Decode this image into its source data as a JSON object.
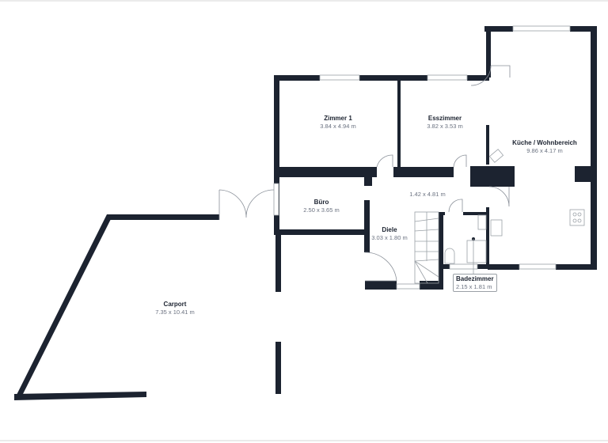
{
  "floorplan": {
    "wall_color": "#1c2330",
    "rooms": [
      {
        "name": "Zimmer 1",
        "dims": "3.84 x 4.94 m"
      },
      {
        "name": "Esszimmer",
        "dims": "3.82 x 3.53 m"
      },
      {
        "name": "Küche / Wohnbereich",
        "dims": "9.86 x 4.17 m"
      },
      {
        "name": "Büro",
        "dims": "2.50 x 3.65 m"
      },
      {
        "name": "",
        "dims": "1.42 x 4.81 m"
      },
      {
        "name": "Diele",
        "dims": "3.03 x 1.80 m"
      },
      {
        "name": "Badezimmer",
        "dims": "2.15 x 1.81 m"
      },
      {
        "name": "Carport",
        "dims": "7.35 x 10.41 m"
      }
    ]
  }
}
